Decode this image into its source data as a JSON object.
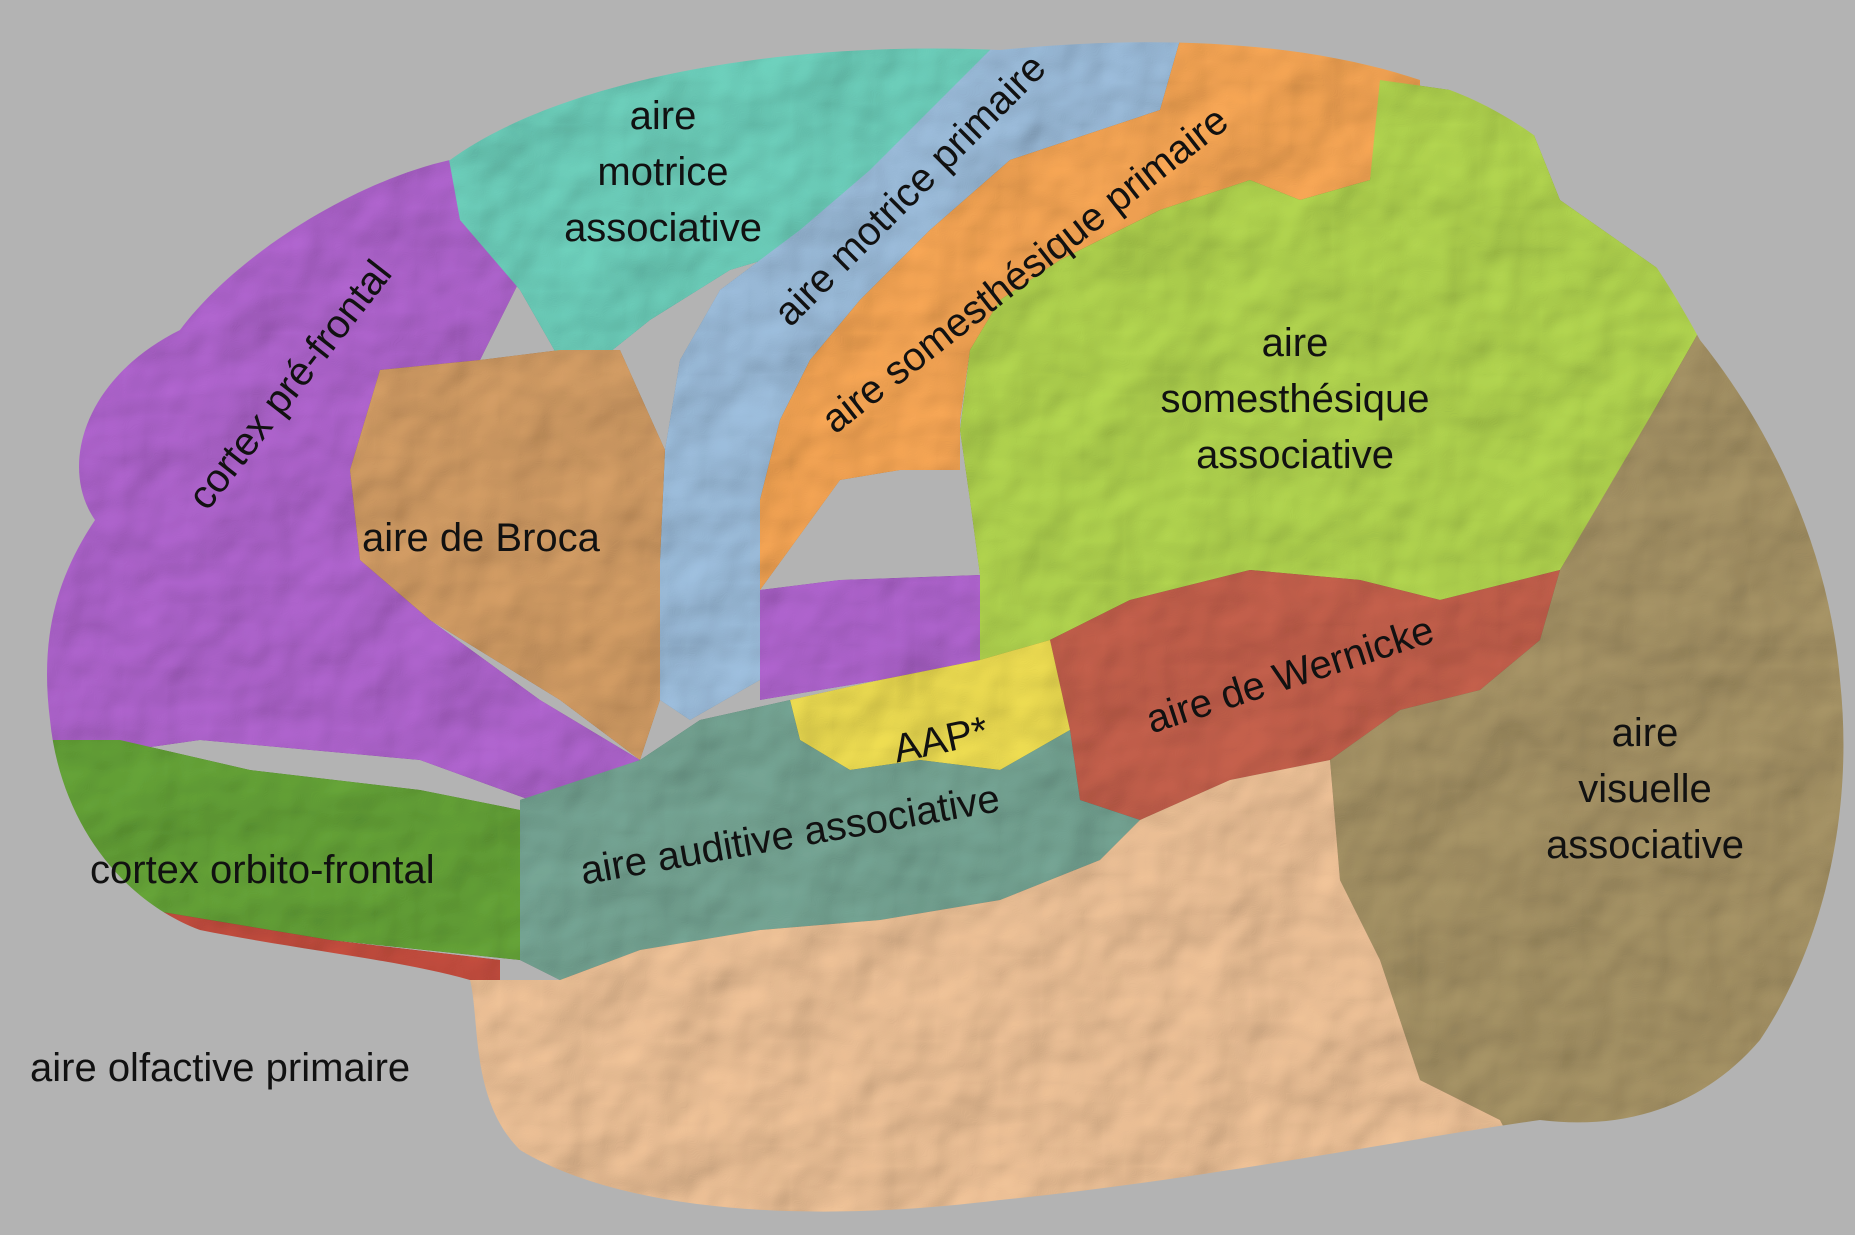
{
  "background": "#b3b3b3",
  "region_colors": {
    "prefrontal": "#a55ec2",
    "orbitofrontal": "#5f9a34",
    "olfactory": "#b8483a",
    "motor_assoc": "#66c3b0",
    "motor_primary": "#93b2cf",
    "somato_primary": "#e89c4f",
    "somato_assoc": "#a7c84a",
    "broca": "#c6935e",
    "wernicke": "#b95a47",
    "aap": "#dfcf4c",
    "auditory_assoc": "#6e9b8b",
    "visual_assoc": "#9c8a5f",
    "temporal": "#e0b68e"
  },
  "labels": {
    "motor_assoc": [
      "aire",
      "motrice",
      "associative"
    ],
    "motor_primary": "aire motrice primaire",
    "somato_primary": "aire somesthésique primaire",
    "prefrontal": "cortex pré-frontal",
    "broca": "aire de Broca",
    "somato_assoc": [
      "aire",
      "somesthésique",
      "associative"
    ],
    "wernicke": "aire de Wernicke",
    "aap": "AAP*",
    "auditory_assoc": "aire auditive associative",
    "visual_assoc": [
      "aire",
      "visuelle",
      "associative"
    ],
    "orbitofrontal": "cortex orbito-frontal",
    "olfactory": "aire olfactive primaire"
  }
}
